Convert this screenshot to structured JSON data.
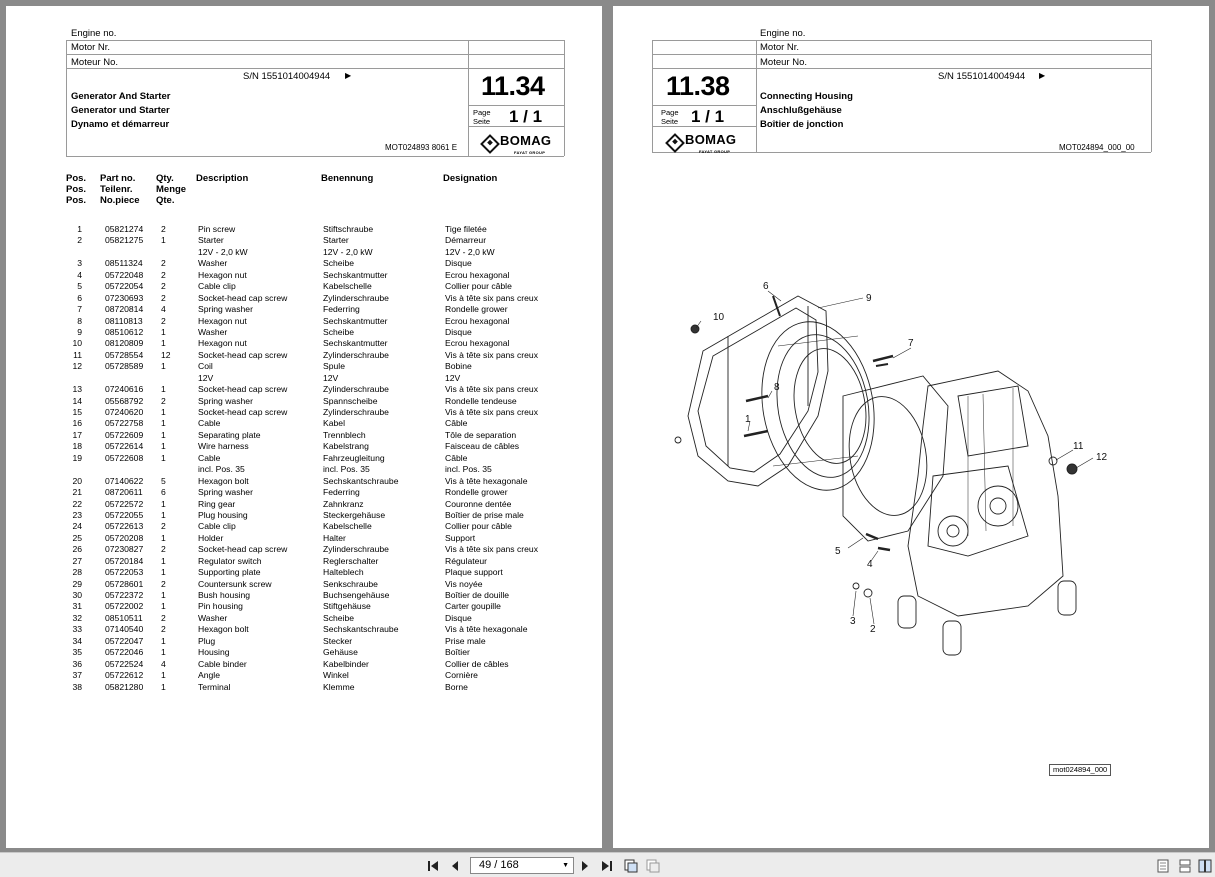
{
  "header_labels": {
    "engine_no": "Engine no.",
    "motor_nr": "Motor Nr.",
    "moteur_no": "Moteur No."
  },
  "left": {
    "serial": "S/N 1551014004944",
    "serial_arrow": "▶",
    "section": "11.34",
    "title_en": "Generator And Starter",
    "title_de": "Generator und Starter",
    "title_fr": "Dynamo et démarreur",
    "page_label_1": "Page",
    "page_label_2": "Seite",
    "page_value": "1  /  1",
    "doc_id": "MOT024893 8061 E"
  },
  "right": {
    "serial": "S/N 1551014004944",
    "serial_arrow": "▶",
    "section": "11.38",
    "title_en": "Connecting Housing",
    "title_de": "Anschlußgehäuse",
    "title_fr": "Boîtier de jonction",
    "page_label_1": "Page",
    "page_label_2": "Seite",
    "page_value": "1  /  1",
    "doc_id": "MOT024894_000_00",
    "drawing_ref": "mot024894_000"
  },
  "logo": {
    "name": "BOMAG",
    "sub": "FAYAT GROUP"
  },
  "columns": {
    "pos": [
      "Pos.",
      "Pos.",
      "Pos."
    ],
    "part": [
      "Part no.",
      "Teilenr.",
      "No.piece"
    ],
    "qty": [
      "Qty.",
      "Menge",
      "Qte."
    ],
    "description": "Description",
    "benennung": "Benennung",
    "designation": "Designation"
  },
  "parts": [
    [
      "1",
      "05821274",
      "2",
      "Pin screw",
      "Stiftschraube",
      "Tige filetée"
    ],
    [
      "2",
      "05821275",
      "1",
      "Starter",
      "Starter",
      "Démarreur"
    ],
    [
      "",
      "",
      "",
      "12V - 2,0 kW",
      "12V - 2,0 kW",
      "12V - 2,0 kW"
    ],
    [
      "3",
      "08511324",
      "2",
      "Washer",
      "Scheibe",
      "Disque"
    ],
    [
      "4",
      "05722048",
      "2",
      "Hexagon nut",
      "Sechskantmutter",
      "Ecrou hexagonal"
    ],
    [
      "5",
      "05722054",
      "2",
      "Cable clip",
      "Kabelschelle",
      "Collier pour câble"
    ],
    [
      "6",
      "07230693",
      "2",
      "Socket-head cap screw",
      "Zylinderschraube",
      "Vis à tête six pans creux"
    ],
    [
      "7",
      "08720814",
      "4",
      "Spring washer",
      "Federring",
      "Rondelle grower"
    ],
    [
      "8",
      "08110813",
      "2",
      "Hexagon nut",
      "Sechskantmutter",
      "Ecrou hexagonal"
    ],
    [
      "9",
      "08510612",
      "1",
      "Washer",
      "Scheibe",
      "Disque"
    ],
    [
      "10",
      "08120809",
      "1",
      "Hexagon nut",
      "Sechskantmutter",
      "Ecrou hexagonal"
    ],
    [
      "11",
      "05728554",
      "12",
      "Socket-head cap screw",
      "Zylinderschraube",
      "Vis à tête six pans creux"
    ],
    [
      "12",
      "05728589",
      "1",
      "Coil",
      "Spule",
      "Bobine"
    ],
    [
      "",
      "",
      "",
      "12V",
      "12V",
      "12V"
    ],
    [
      "13",
      "07240616",
      "1",
      "Socket-head cap screw",
      "Zylinderschraube",
      "Vis à tête six pans creux"
    ],
    [
      "14",
      "05568792",
      "2",
      "Spring washer",
      "Spannscheibe",
      "Rondelle tendeuse"
    ],
    [
      "15",
      "07240620",
      "1",
      "Socket-head cap screw",
      "Zylinderschraube",
      "Vis à tête six pans creux"
    ],
    [
      "16",
      "05722758",
      "1",
      "Cable",
      "Kabel",
      "Câble"
    ],
    [
      "17",
      "05722609",
      "1",
      "Separating plate",
      "Trennblech",
      "Tôle de separation"
    ],
    [
      "18",
      "05722614",
      "1",
      "Wire harness",
      "Kabelstrang",
      "Faisceau de câbles"
    ],
    [
      "19",
      "05722608",
      "1",
      "Cable",
      "Fahrzeugleitung",
      "Câble"
    ],
    [
      "",
      "",
      "",
      "incl. Pos. 35",
      "incl. Pos. 35",
      "incl. Pos. 35"
    ],
    [
      "20",
      "07140622",
      "5",
      "Hexagon bolt",
      "Sechskantschraube",
      "Vis à tête hexagonale"
    ],
    [
      "21",
      "08720611",
      "6",
      "Spring washer",
      "Federring",
      "Rondelle grower"
    ],
    [
      "22",
      "05722572",
      "1",
      "Ring gear",
      "Zahnkranz",
      "Couronne dentée"
    ],
    [
      "23",
      "05722055",
      "1",
      "Plug housing",
      "Steckergehäuse",
      "Boîtier de prise male"
    ],
    [
      "24",
      "05722613",
      "2",
      "Cable clip",
      "Kabelschelle",
      "Collier pour câble"
    ],
    [
      "25",
      "05720208",
      "1",
      "Holder",
      "Halter",
      "Support"
    ],
    [
      "26",
      "07230827",
      "2",
      "Socket-head cap screw",
      "Zylinderschraube",
      "Vis à tête six pans creux"
    ],
    [
      "27",
      "05720184",
      "1",
      "Regulator switch",
      "Reglerschalter",
      "Régulateur"
    ],
    [
      "28",
      "05722053",
      "1",
      "Supporting plate",
      "Halteblech",
      "Plaque support"
    ],
    [
      "29",
      "05728601",
      "2",
      "Countersunk screw",
      "Senkschraube",
      "Vis noyée"
    ],
    [
      "30",
      "05722372",
      "1",
      "Bush housing",
      "Buchsengehäuse",
      "Boîtier de douille"
    ],
    [
      "31",
      "05722002",
      "1",
      "Pin housing",
      "Stiftgehäuse",
      "Carter goupille"
    ],
    [
      "32",
      "08510511",
      "2",
      "Washer",
      "Scheibe",
      "Disque"
    ],
    [
      "33",
      "07140540",
      "2",
      "Hexagon bolt",
      "Sechskantschraube",
      "Vis à tête hexagonale"
    ],
    [
      "34",
      "05722047",
      "1",
      "Plug",
      "Stecker",
      "Prise male"
    ],
    [
      "35",
      "05722046",
      "1",
      "Housing",
      "Gehäuse",
      "Boîtier"
    ],
    [
      "36",
      "05722524",
      "4",
      "Cable binder",
      "Kabelbinder",
      "Collier de câbles"
    ],
    [
      "37",
      "05722612",
      "1",
      "Angle",
      "Winkel",
      "Cornière"
    ],
    [
      "38",
      "05821280",
      "1",
      "Terminal",
      "Klemme",
      "Borne"
    ]
  ],
  "callouts": [
    "1",
    "2",
    "3",
    "4",
    "5",
    "6",
    "7",
    "8",
    "9",
    "10",
    "11",
    "12"
  ],
  "toolbar": {
    "page_indicator": "49 / 168"
  },
  "icons": [
    "first-page-icon",
    "prev-page-icon",
    "next-page-icon",
    "last-page-icon",
    "fit-page-icon",
    "fit-width-icon",
    "single-page-icon",
    "continuous-icon",
    "two-page-icon"
  ]
}
